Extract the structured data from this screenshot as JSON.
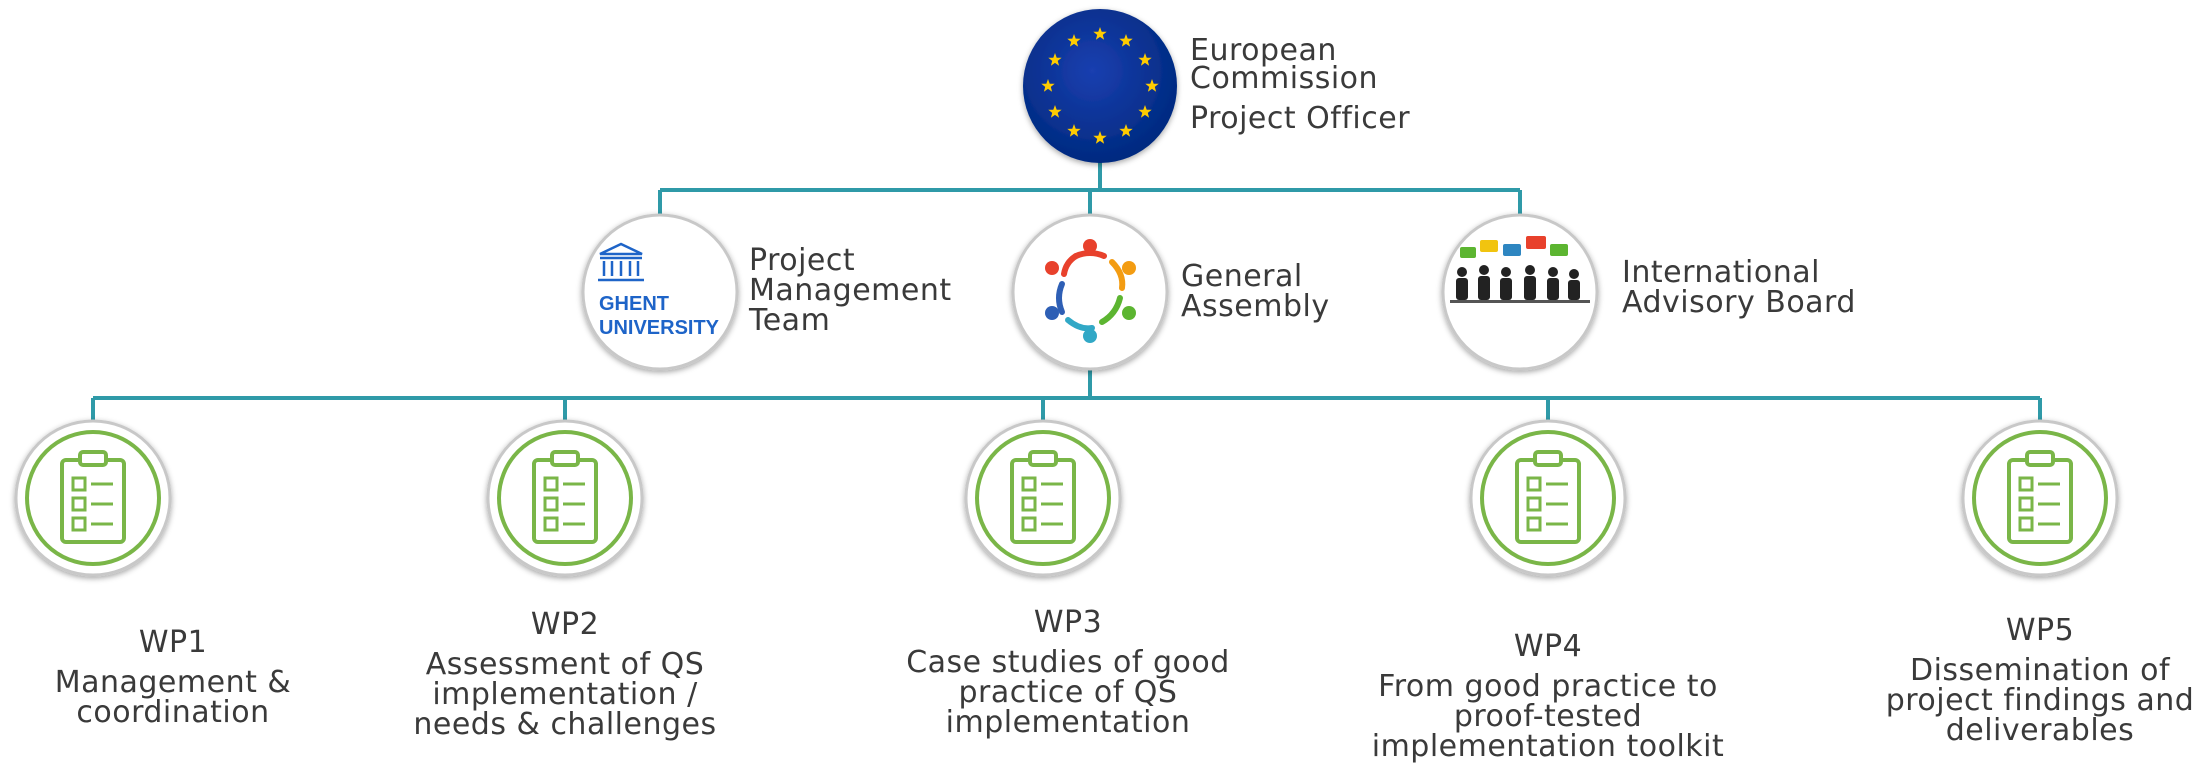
{
  "top": {
    "title_lines": [
      "European",
      "Commission"
    ],
    "subtitle": "Project Officer",
    "icon": "eu-flag-icon"
  },
  "middle": [
    {
      "lines": [
        "Project",
        "Management",
        "Team"
      ],
      "icon": "ghent-university-logo",
      "logo_text": [
        "GHENT",
        "UNIVERSITY"
      ]
    },
    {
      "lines": [
        "General",
        "Assembly"
      ],
      "icon": "people-circle-icon"
    },
    {
      "lines": [
        "International",
        "Advisory Board"
      ],
      "icon": "advisory-board-photo"
    }
  ],
  "work_packages": [
    {
      "code": "WP1",
      "lines": [
        "Management &",
        "coordination"
      ]
    },
    {
      "code": "WP2",
      "lines": [
        "Assessment of QS",
        "implementation /",
        "needs & challenges"
      ]
    },
    {
      "code": "WP3",
      "lines": [
        "Case studies of good",
        "practice of QS",
        "implementation"
      ]
    },
    {
      "code": "WP4",
      "lines": [
        "From good practice to",
        "proof-tested",
        "implementation toolkit"
      ]
    },
    {
      "code": "WP5",
      "lines": [
        "Dissemination of",
        "project findings and",
        "deliverables"
      ]
    }
  ],
  "colors": {
    "connector": "#2f9aa8",
    "eu_blue": "#003399",
    "eu_star": "#ffcc00",
    "clipboard_green": "#7ab648",
    "ghent_blue": "#1e64c8",
    "text": "#3a3a3a"
  }
}
